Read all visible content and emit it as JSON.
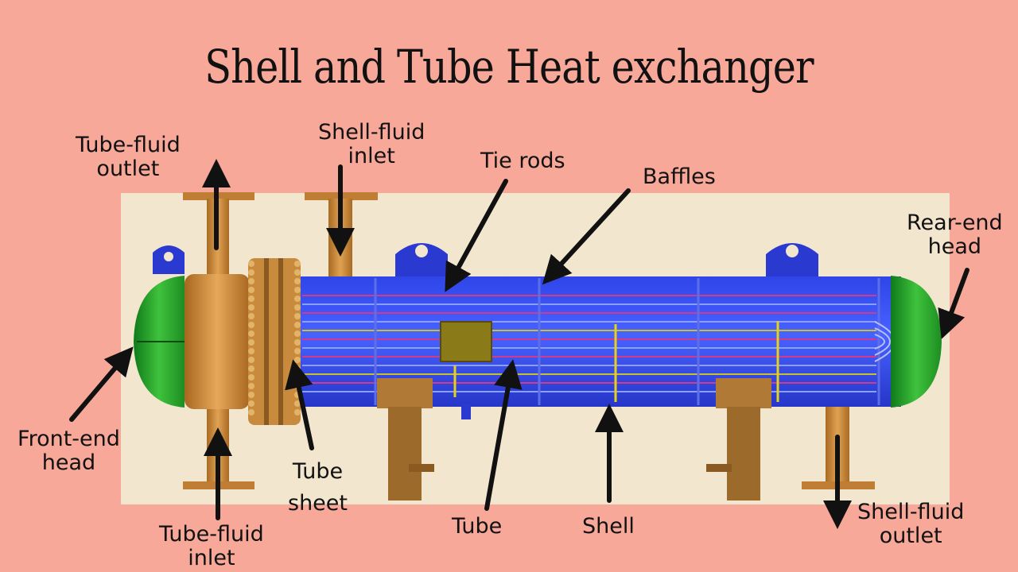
{
  "title": "Shell and Tube Heat exchanger",
  "labels": {
    "tube_fluid_outlet": [
      "Tube-fluid",
      "outlet"
    ],
    "shell_fluid_inlet": [
      "Shell-fluid",
      "inlet"
    ],
    "tie_rods": "Tie rods",
    "baffles": "Baffles",
    "rear_end_head": [
      "Rear-end",
      "head"
    ],
    "front_end_head": [
      "Front-end",
      "head"
    ],
    "tube_sheet": [
      "Tube",
      "sheet"
    ],
    "tube_fluid_inlet": [
      "Tube-fluid",
      "inlet"
    ],
    "tube": "Tube",
    "shell": "Shell",
    "shell_fluid_outlet": [
      "Shell-fluid",
      "outlet"
    ]
  },
  "colors": {
    "background": "#f7a898",
    "panel": "#f3e6cf",
    "shell": "#3a52f2",
    "heads": "#27a82a",
    "channel": "#c98a3a",
    "saddle": "#b07a36",
    "lifting_lug": "#2a3ad0",
    "arrows": "#111111"
  }
}
